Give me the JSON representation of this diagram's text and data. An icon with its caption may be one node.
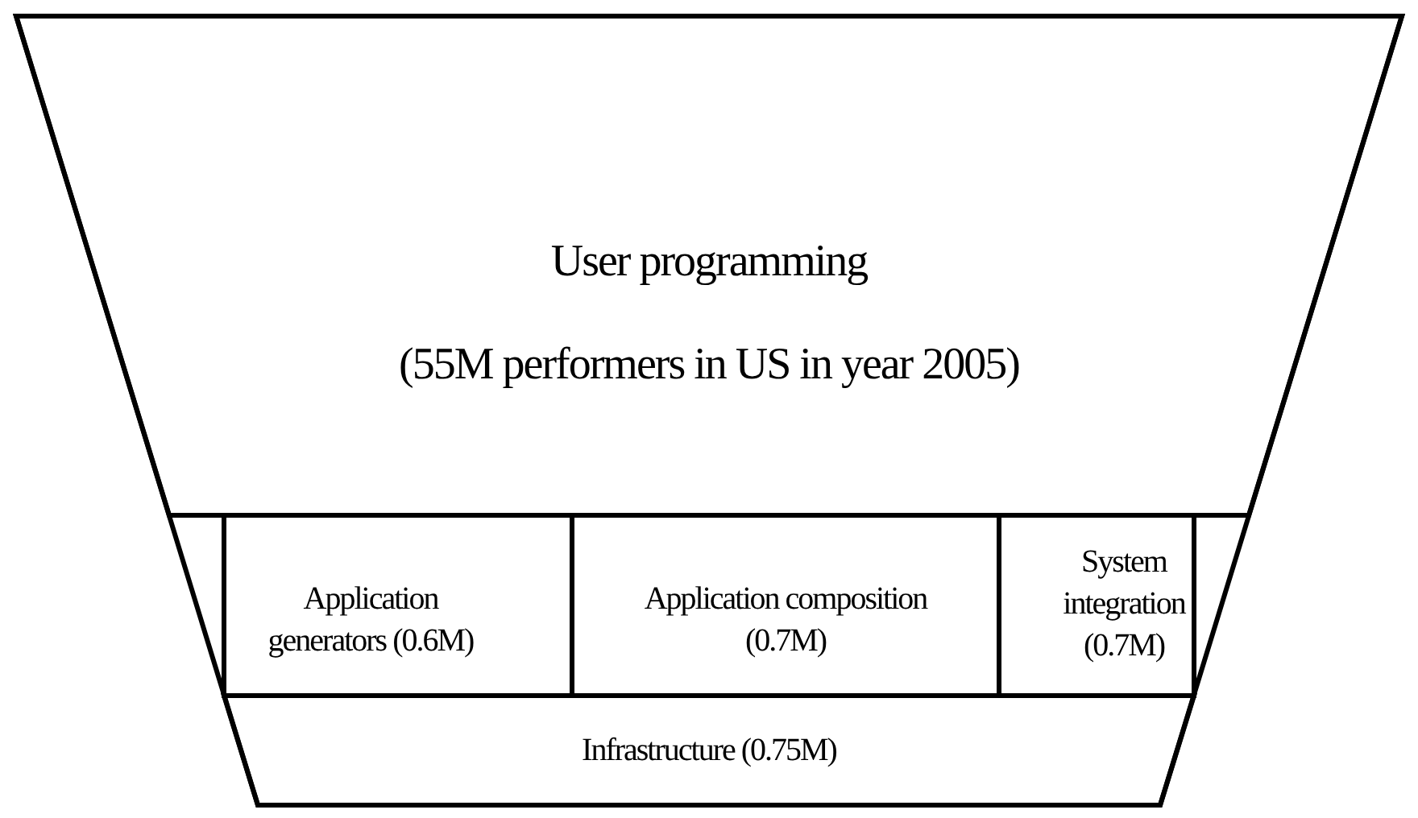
{
  "diagram": {
    "nodes": [
      {
        "text": [
          "User programming",
          "(55M performers in US in year 2005)"
        ]
      },
      {
        "text": [
          "Application generators (0.6M)"
        ]
      },
      {
        "text": [
          "Application composition (0.7M)"
        ]
      },
      {
        "text": [
          "System integration (0.7M)"
        ]
      },
      {
        "text": [
          "Infrastructure (0.75M)"
        ]
      }
    ]
  }
}
